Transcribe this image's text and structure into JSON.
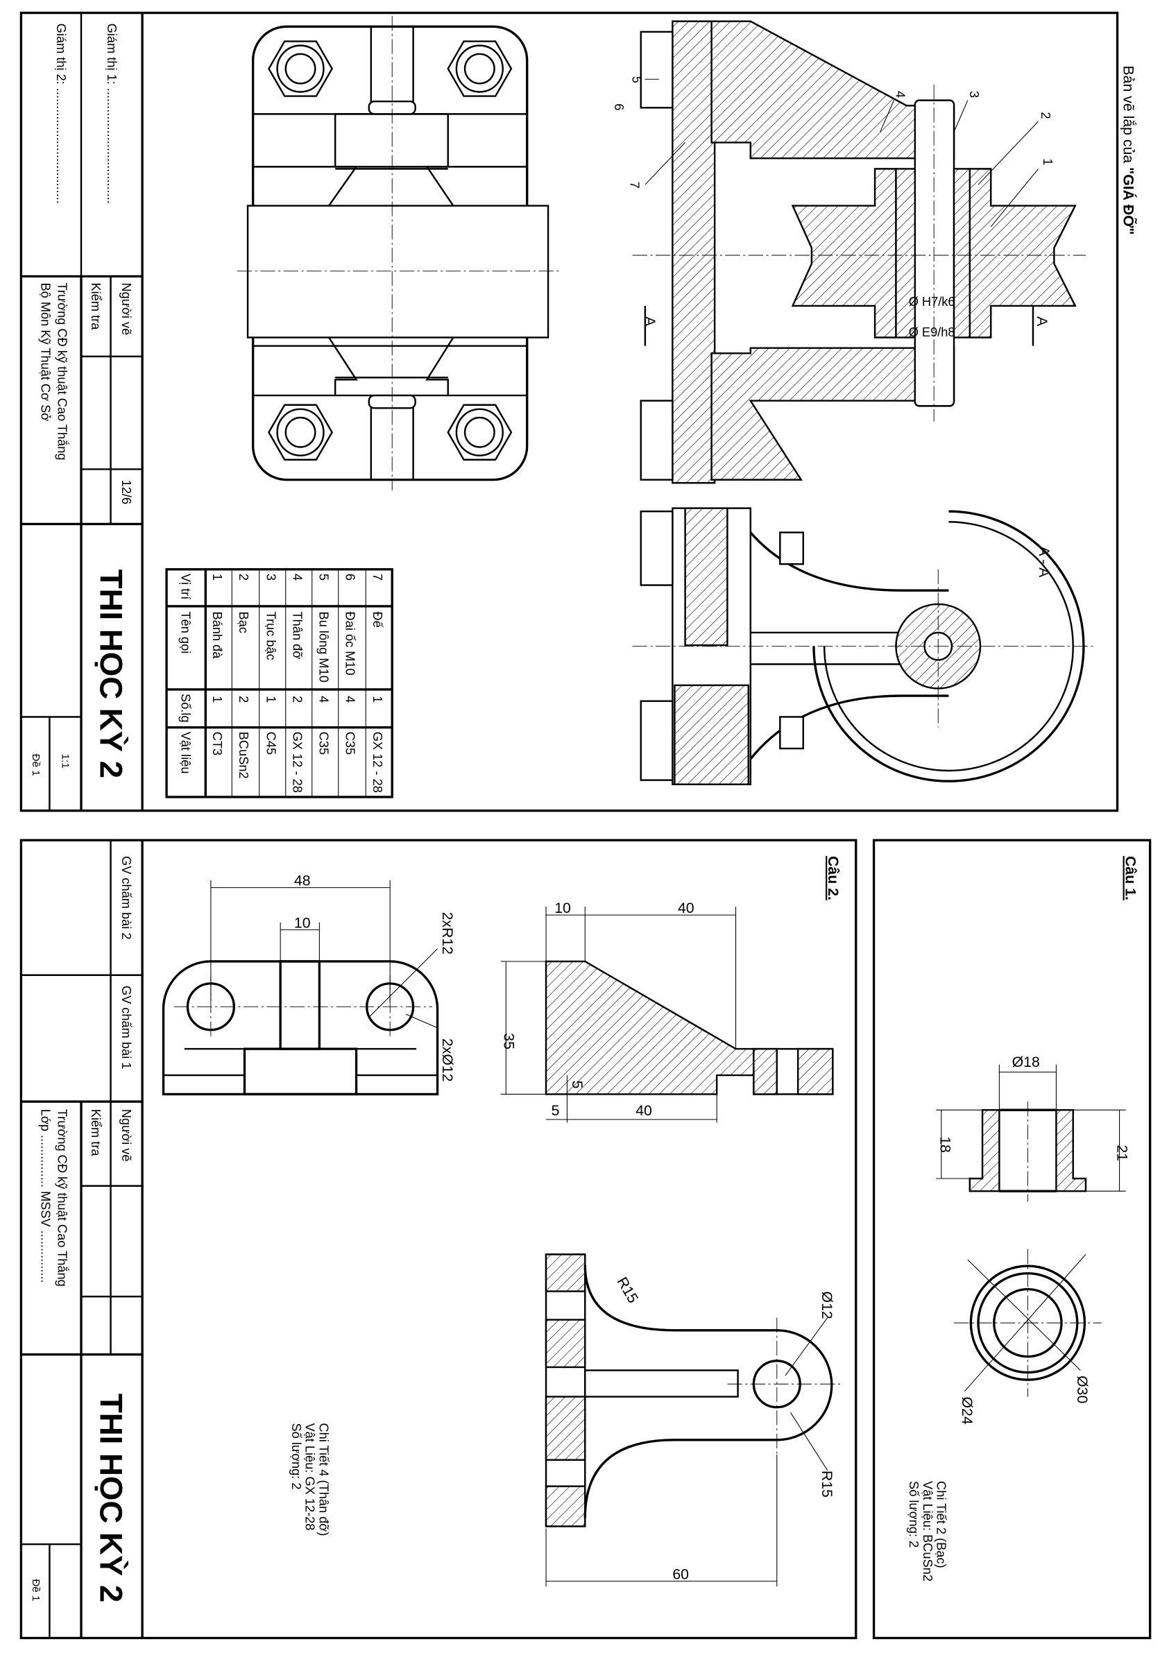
{
  "sheet_title": {
    "prefix": "Bản vẽ lắp của ",
    "name": "\"GIÁ ĐỠ\""
  },
  "assembly": {
    "part_labels": [
      "1",
      "2",
      "3",
      "4",
      "5",
      "6",
      "7"
    ],
    "fits": [
      "Ø H7/k6",
      "Ø E9/h8"
    ],
    "section_marker": "A",
    "section_title": "A - A"
  },
  "title_block_top": {
    "proctor_1": "Giám thị 1: .................................",
    "proctor_2": "Giám thị 2: .................................",
    "drawn_by": "Người vẽ",
    "checked_by": "Kiểm tra",
    "date": "12/6",
    "school": "Trường CĐ kỹ thuật Cao Thắng",
    "department": "Bộ Môn Kỹ Thuật Cơ Sở",
    "title": "THI HỌC KỲ 2",
    "scale": "1:1",
    "exam_code": "Đề 1"
  },
  "parts_list": {
    "headers": [
      "Vị trí",
      "Tên gọi",
      "Số.lg",
      "Vật liệu"
    ],
    "rows": [
      [
        "1",
        "Bánh đà",
        "1",
        "CT3"
      ],
      [
        "2",
        "Bạc",
        "2",
        "BCuSn2"
      ],
      [
        "3",
        "Trục bậc",
        "1",
        "C45"
      ],
      [
        "4",
        "Thân đỡ",
        "2",
        "GX 12 - 28"
      ],
      [
        "5",
        "Bu lông M10",
        "4",
        "C35"
      ],
      [
        "6",
        "Đai ốc M10",
        "4",
        "C35"
      ],
      [
        "7",
        "Đế",
        "1",
        "GX 12 - 28"
      ]
    ]
  },
  "title_block_bottom": {
    "grader_2": "GV chấm bài 2",
    "grader_1": "GV chấm bài 1",
    "drawn_by": "Người vẽ",
    "checked_by": "Kiểm tra",
    "school": "Trường CĐ kỹ thuật Cao Thắng",
    "class_id": "Lớp ............... MSSV ...............",
    "title": "THI HỌC KỲ 2",
    "exam_code": "Đề 1"
  },
  "question2": {
    "label": "Câu 2.",
    "dims": {
      "width": "48",
      "rib": "10",
      "lug_radius": "2xR12",
      "holes": "2xØ12",
      "plate": "10",
      "arm": "40",
      "height": "35",
      "step_a": "5",
      "step_b": "5",
      "base": "40",
      "fillet": "R15",
      "bore": "Ø12",
      "boss": "R15",
      "length": "60"
    },
    "notes": [
      "Chi Tiết 4 (Thân đỡ)",
      "Vật Liệu: GX 12-28",
      "Số lượng: 2"
    ]
  },
  "question1": {
    "label": "Câu 1.",
    "dims": {
      "bore": "Ø18",
      "body_height": "18",
      "total_height": "21",
      "outer": "Ø24",
      "flange": "Ø30"
    },
    "notes": [
      "Chi Tiết 2 (Bạc)",
      "Vật Liệu: BCuSn2",
      "Số lượng: 2"
    ]
  }
}
